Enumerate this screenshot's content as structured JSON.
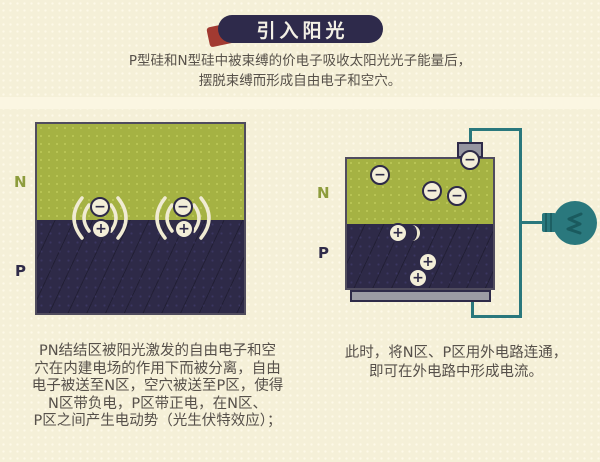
{
  "banner": {
    "title": "引入阳光"
  },
  "intro": {
    "lines": [
      "P型硅和N型硅中被束缚的价电子吸收太阳光光子能量后，",
      "摆脱束缚而形成自由电子和空穴。"
    ]
  },
  "symbols": {
    "electron": "−",
    "hole": "+"
  },
  "left_diagram": {
    "n_label": "N",
    "p_label": "P",
    "caption_lines": [
      "PN结结区被阳光激发的自由电子和空",
      "穴在内建电场的作用下而被分离，自由",
      "电子被送至N区，空穴被送至P区，使得",
      "N区带负电，P区带正电，在N区、",
      "P区之间产生电动势（光生伏特效应）；"
    ]
  },
  "right_diagram": {
    "n_label": "N",
    "p_label": "P",
    "caption_lines": [
      "此时，将N区、P区用外电路连通，",
      "即可在外电路中形成电流。"
    ]
  },
  "colors": {
    "background": "#f5f0d8",
    "banner_bg": "#2e2a4b",
    "ribbon_red": "#a23a31",
    "n_region_green": "#a5b243",
    "p_region_navy": "#2e2a48",
    "circuit_teal": "#2a787d",
    "electrode_gray": "#9595a0",
    "particle_cream": "#f3eed8",
    "text_brown": "#56504a"
  }
}
